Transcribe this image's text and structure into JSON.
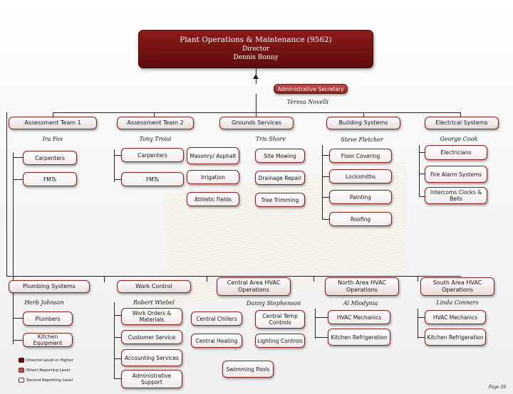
{
  "director": {
    "title": "Plant Operations & Maintenance (9562)",
    "role": "Director",
    "name": "Dennis Bonny"
  },
  "admin": {
    "label": "Administrative Secretary",
    "name": "Teresa Novelli"
  },
  "top_departments": [
    {
      "label": "Assessment Team 1",
      "lead": "Ira Fox"
    },
    {
      "label": "Assessment Team 2",
      "lead": "Tony Troisi"
    },
    {
      "label": "Grounds Services",
      "lead": "Tris Shore"
    },
    {
      "label": "Building Systems",
      "lead": "Steve Fletcher"
    },
    {
      "label": "Electrical Systems",
      "lead": "George Cook"
    }
  ],
  "top_units": {
    "team1": [
      "Carpenters",
      "FMTs"
    ],
    "team2": [
      "Carpenters",
      "FMTs"
    ],
    "grounds_left": [
      "Masonry/ Asphalt",
      "Irrigation",
      "Athletic Fields"
    ],
    "grounds_right": [
      "Site Mowing",
      "Drainage Repair",
      "Tree Trimming"
    ],
    "building": [
      "Floor Covering",
      "Locksmiths",
      "Painting",
      "Roofing"
    ],
    "electrical": [
      "Electricians",
      "Fire Alarm Systems",
      "Intercoms Clocks & Bells"
    ]
  },
  "bottom_departments": [
    {
      "label": "Plumbing Systems",
      "lead": "Herb Johnson"
    },
    {
      "label": "Work Control",
      "lead": "Robert Wiebel"
    },
    {
      "label": "Central Area HVAC Operations",
      "lead": "Danny Stephenson"
    },
    {
      "label": "North Area HVAC Operations",
      "lead": "Al Mlodynia"
    },
    {
      "label": "South Area HVAC Operations",
      "lead": "Linda Conners"
    }
  ],
  "bottom_units": {
    "plumbing": [
      "Plumbers",
      "Kitchen Equipment"
    ],
    "work_control": [
      "Work Orders & Materials",
      "Customer Service",
      "Accounting Services",
      "Administrative Support"
    ],
    "central_left": [
      "Central Chillers",
      "Central Heating"
    ],
    "central_right": [
      "Central Temp Controls",
      "Lighting Controls"
    ],
    "central_bottom": "Swimming Pools",
    "north": [
      "HVAC Mechanics",
      "Kitchen Refrigeration"
    ],
    "south": [
      "HVAC Mechanics",
      "Kitchen Refrigeration"
    ]
  },
  "legend": [
    {
      "label": "Director Level or Higher",
      "color": "#6b0f0f"
    },
    {
      "label": "Direct Reporting Level",
      "color": "#c0504d"
    },
    {
      "label": "Second Reporting Level",
      "color": "#ffffff"
    }
  ],
  "page_number": "Page 29"
}
